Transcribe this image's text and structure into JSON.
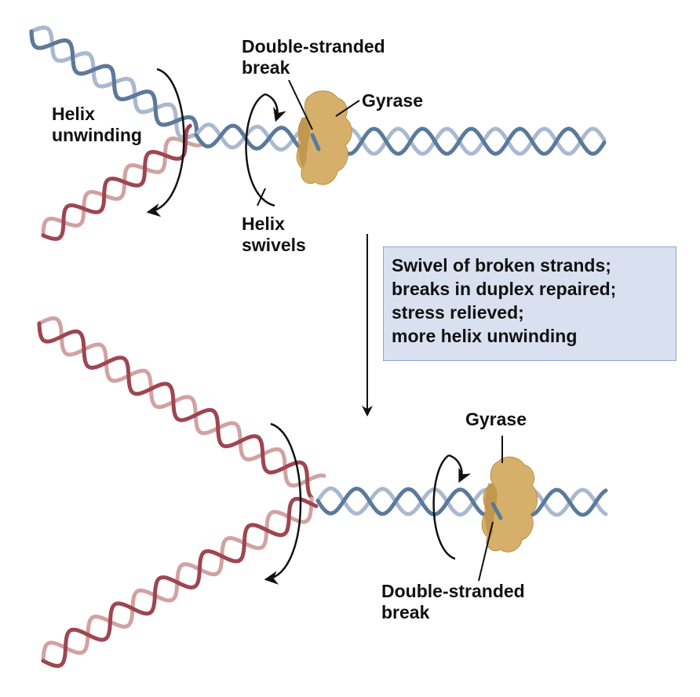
{
  "colors": {
    "strand_dark": "#5a7a9c",
    "strand_light": "#a9b9cf",
    "strand_red_dark": "#9e4650",
    "strand_red_light": "#d3a1a1",
    "gyrase_fill": "#d6b06b",
    "gyrase_shade": "#b98f45",
    "box_fill": "#d9e1f0",
    "box_border": "#8ea6cc"
  },
  "top_panel": {
    "break_label": [
      "Double-stranded",
      "break"
    ],
    "gyrase_label": "Gyrase",
    "unwinding_label": [
      "Helix",
      "unwinding"
    ],
    "swivel_label": [
      "Helix",
      "swivels"
    ]
  },
  "info_box": {
    "lines": [
      "Swivel of broken strands;",
      "breaks in duplex repaired;",
      "stress relieved;",
      "more helix unwinding"
    ]
  },
  "bottom_panel": {
    "gyrase_label": "Gyrase",
    "break_label": [
      "Double-stranded",
      "break"
    ]
  },
  "icons": [
    "rotation-arrow-icon",
    "down-arrow-icon",
    "gyrase-enzyme-icon",
    "dna-helix-icon"
  ]
}
